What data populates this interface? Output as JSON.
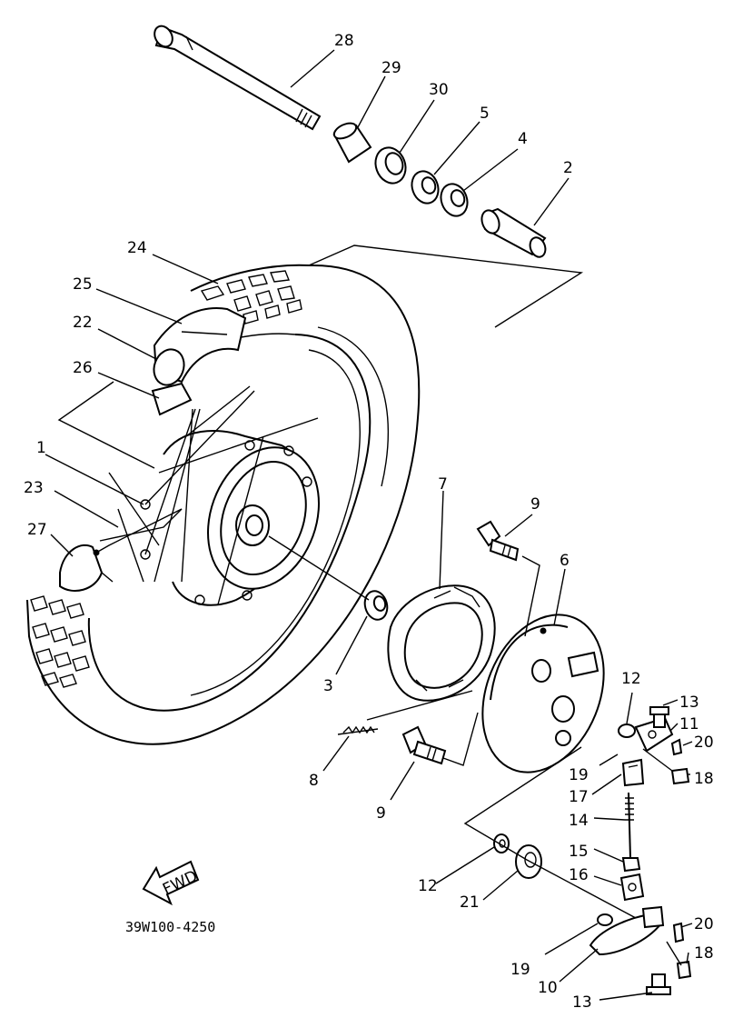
{
  "diagram": {
    "part_code": "39W100-4250",
    "fwd_label": "FWD",
    "callouts": [
      "1",
      "2",
      "3",
      "4",
      "5",
      "6",
      "7",
      "8",
      "9",
      "9",
      "10",
      "11",
      "12",
      "12",
      "13",
      "13",
      "14",
      "15",
      "16",
      "17",
      "18",
      "18",
      "19",
      "19",
      "20",
      "20",
      "21",
      "22",
      "23",
      "24",
      "25",
      "26",
      "27",
      "28",
      "29",
      "30"
    ]
  }
}
